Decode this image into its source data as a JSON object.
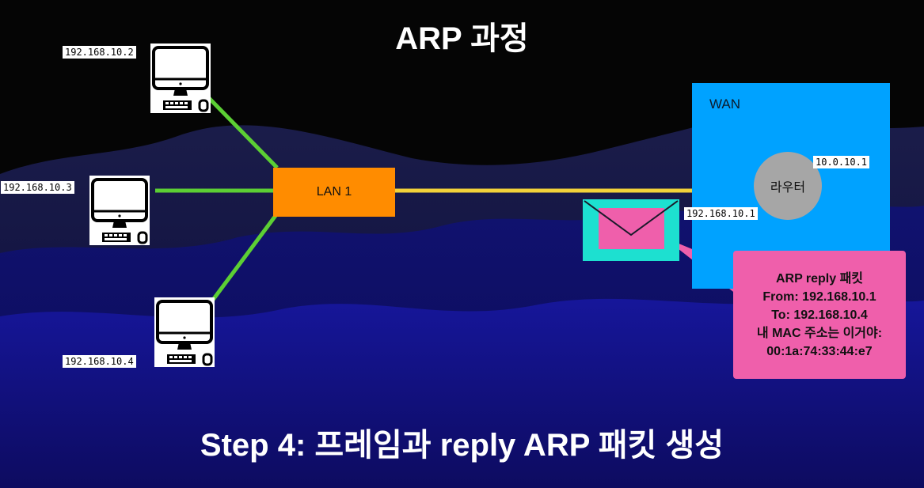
{
  "title": "ARP 과정",
  "caption": "Step 4: 프레임과 reply ARP 패킷 생성",
  "hosts": [
    {
      "ip": "192.168.10.2"
    },
    {
      "ip": "192.168.10.3"
    },
    {
      "ip": "192.168.10.4"
    }
  ],
  "lan": {
    "label": "LAN 1"
  },
  "wan": {
    "label": "WAN"
  },
  "router": {
    "label": "라우터",
    "wan_ip": "10.0.10.1",
    "lan_ip": "192.168.10.1"
  },
  "packet": {
    "lines": [
      "ARP reply 패킷",
      "From: 192.168.10.1",
      "To: 192.168.10.4",
      "내 MAC 주소는 이거야:",
      "00:1a:74:33:44:e7"
    ]
  },
  "colors": {
    "background": "#050505",
    "lan_box": "#ff8c00",
    "wan_box": "#00a2ff",
    "router": "#a6a6a6",
    "link_green": "#5ccf34",
    "link_yellow": "#f2d23a",
    "envelope_frame": "#1de0d0",
    "envelope_body": "#ef5fab",
    "callout": "#ef5fab"
  }
}
